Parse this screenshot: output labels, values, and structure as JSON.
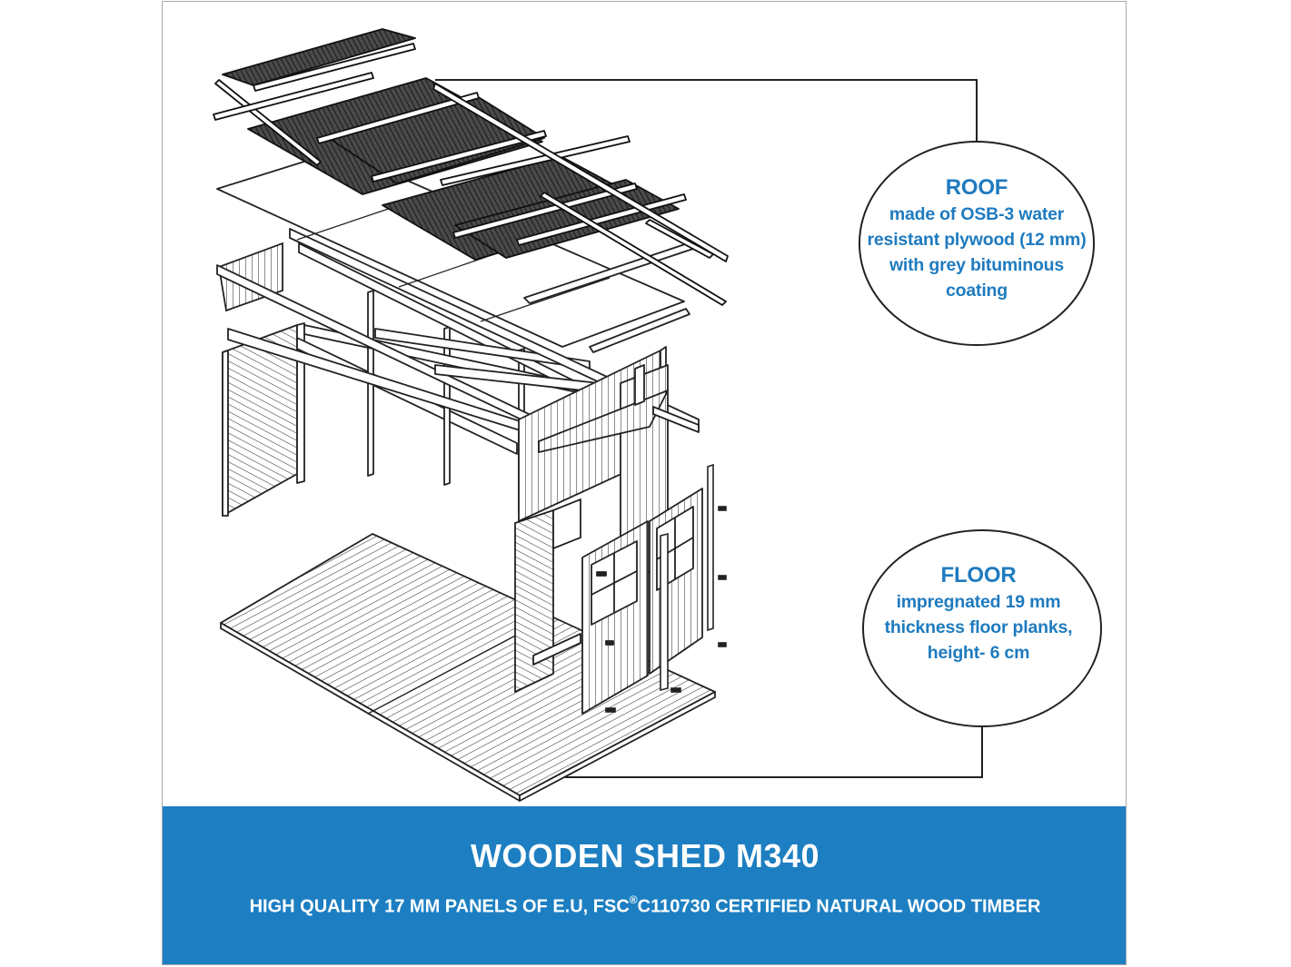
{
  "roof": {
    "title": "ROOF",
    "lines": [
      "made of OSB-3 water",
      "resistant plywood (12 mm)",
      "with grey bituminous",
      "coating"
    ]
  },
  "floor": {
    "title": "FLOOR",
    "lines": [
      "impregnated 19 mm",
      "thickness floor planks,",
      "height- 6 cm"
    ]
  },
  "banner": {
    "title": "WOODEN SHED M340",
    "subtitle_before": "HIGH QUALITY 17 MM PANELS OF E.U, FSC",
    "subtitle_mark": "®",
    "subtitle_after": "C110730 CERTIFIED NATURAL WOOD TIMBER"
  },
  "colors": {
    "accent": "#1f7bbf",
    "banner_bg": "#1d7fc2",
    "line": "#222222"
  }
}
